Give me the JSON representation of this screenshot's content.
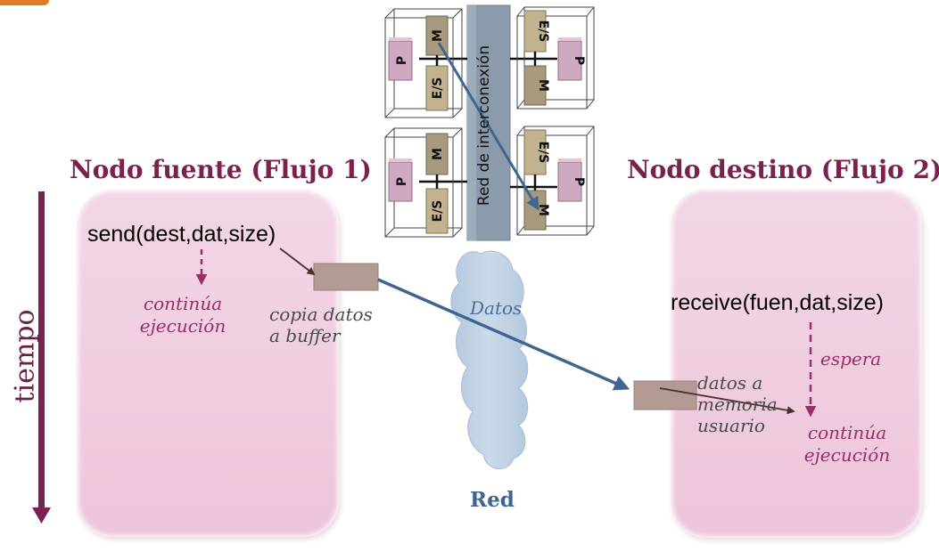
{
  "source_node": {
    "title": "Nodo fuente (Flujo 1)",
    "call": "send(dest,dat,size)",
    "continue_label": "continúa ejecución",
    "copy_note": "copia datos a buffer"
  },
  "dest_node": {
    "title": "Nodo destino (Flujo 2)",
    "call": "receive(fuen,dat,size)",
    "wait_label": "espera",
    "continue_label": "continúa ejecución",
    "memory_note": "datos a memoria usuario"
  },
  "network": {
    "cloud_label": "Red",
    "data_label": "Datos",
    "interconnect_label": "Red de interconexión",
    "module_labels": {
      "processor": "P",
      "memory": "M",
      "io": "E/S"
    }
  },
  "time_axis": {
    "label": "tiempo"
  },
  "colors": {
    "node_title": "#7a2150",
    "node_box": "#f0cfe0",
    "arrow_data": "#3f6690",
    "note_magenta": "#9b2d68",
    "interconnect": "#8c9bab",
    "cloud": "#c3d4e6",
    "buffer": "#b39a94",
    "processor_chip": "#cfa9bf",
    "memory_chip": "#a89a7e",
    "io_chip": "#c2b28f"
  }
}
